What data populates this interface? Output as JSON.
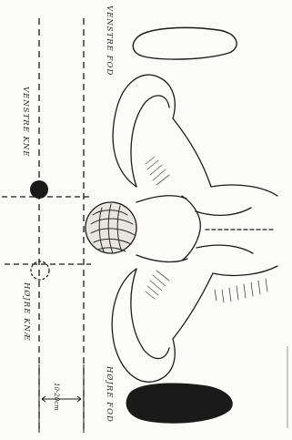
{
  "labels": {
    "left_foot": "VENSTRE FOD",
    "left_knee": "VENSTRE KNE",
    "right_knee": "HØJRE KNÆ",
    "right_foot": "HØJRE FOD",
    "distance": "10-20cm"
  },
  "colors": {
    "ink": "#1a1a1a",
    "paper": "#fbfbf8"
  }
}
